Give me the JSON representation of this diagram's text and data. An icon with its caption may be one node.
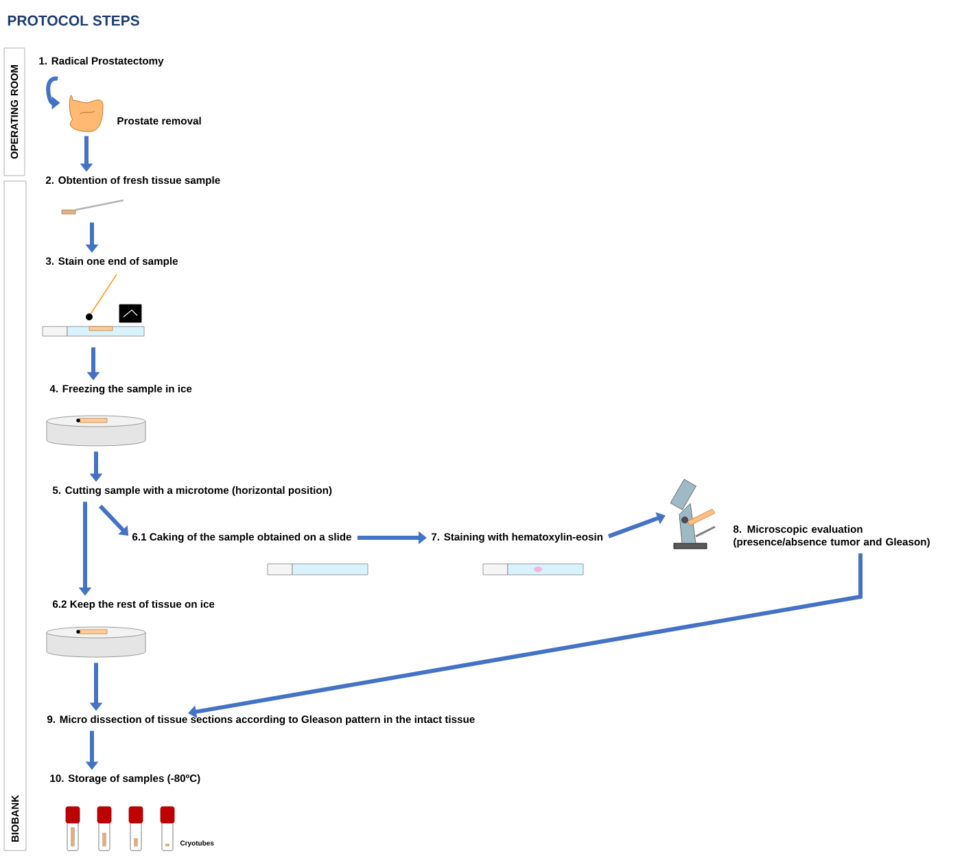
{
  "diagram": {
    "title": "PROTOCOL STEPS",
    "nodes": [
      {
        "text": [
          "OPERATING ROOM"
        ]
      },
      {
        "text": [
          "BIOBANK"
        ]
      },
      {
        "text": [
          "1. Radical Prostatectomy"
        ]
      },
      {
        "text": [],
        "shape": "picture",
        "beside": [
          "Prostate removal"
        ]
      },
      {
        "text": [
          "2. Obtention of fresh tissue sample"
        ]
      },
      {
        "text": [],
        "shape": "picture"
      },
      {
        "text": [
          "3. Stain one end of sample"
        ]
      },
      {
        "text": [],
        "shape": "picture"
      },
      {
        "text": [
          "4.  Freezing the sample in ice"
        ]
      },
      {
        "text": [],
        "shape": "cylinder"
      },
      {
        "text": [
          "5. Cutting sample with a microtome (horizontal position)"
        ]
      },
      {
        "text": [
          "6.1 Caking of the sample obtained on a slide"
        ]
      },
      {
        "text": [
          "7. Staining with hematoxylin-eosin"
        ]
      },
      {
        "text": [],
        "shape": "picture"
      },
      {
        "text": [
          "8. Microscopic evaluation (presence/absence tumor and Gleason)"
        ]
      },
      {
        "text": [
          "6.2 Keep the rest of tissue on ice"
        ]
      },
      {
        "text": [],
        "shape": "cylinder"
      },
      {
        "text": [
          "9. Micro dissection of tissue sections according to Gleason pattern in the intact tissue"
        ]
      },
      {
        "text": [
          "10. Storage of samples (-80ºC)"
        ]
      }
    ],
    "edges": [
      {
        "from": 2,
        "to": 3,
        "arrow": "to"
      },
      {
        "from": 3,
        "to": 4,
        "arrow": "to"
      },
      {
        "from": 5,
        "to": 6,
        "arrow": "to"
      },
      {
        "from": 7,
        "to": 8,
        "arrow": "to"
      },
      {
        "from": 9,
        "to": 10,
        "arrow": "to"
      },
      {
        "from": 10,
        "to": 11,
        "arrow": "to"
      },
      {
        "from": 10,
        "to": 15,
        "arrow": "to"
      },
      {
        "from": 11,
        "to": 12,
        "arrow": "to"
      },
      {
        "from": 12,
        "to": 13,
        "arrow": "to"
      },
      {
        "from": 14,
        "to": 17,
        "arrow": "to"
      },
      {
        "from": 16,
        "to": 17,
        "arrow": "to"
      },
      {
        "from": 17,
        "to": 18,
        "arrow": "to"
      }
    ],
    "labels": [
      "Cryotubes"
    ]
  }
}
